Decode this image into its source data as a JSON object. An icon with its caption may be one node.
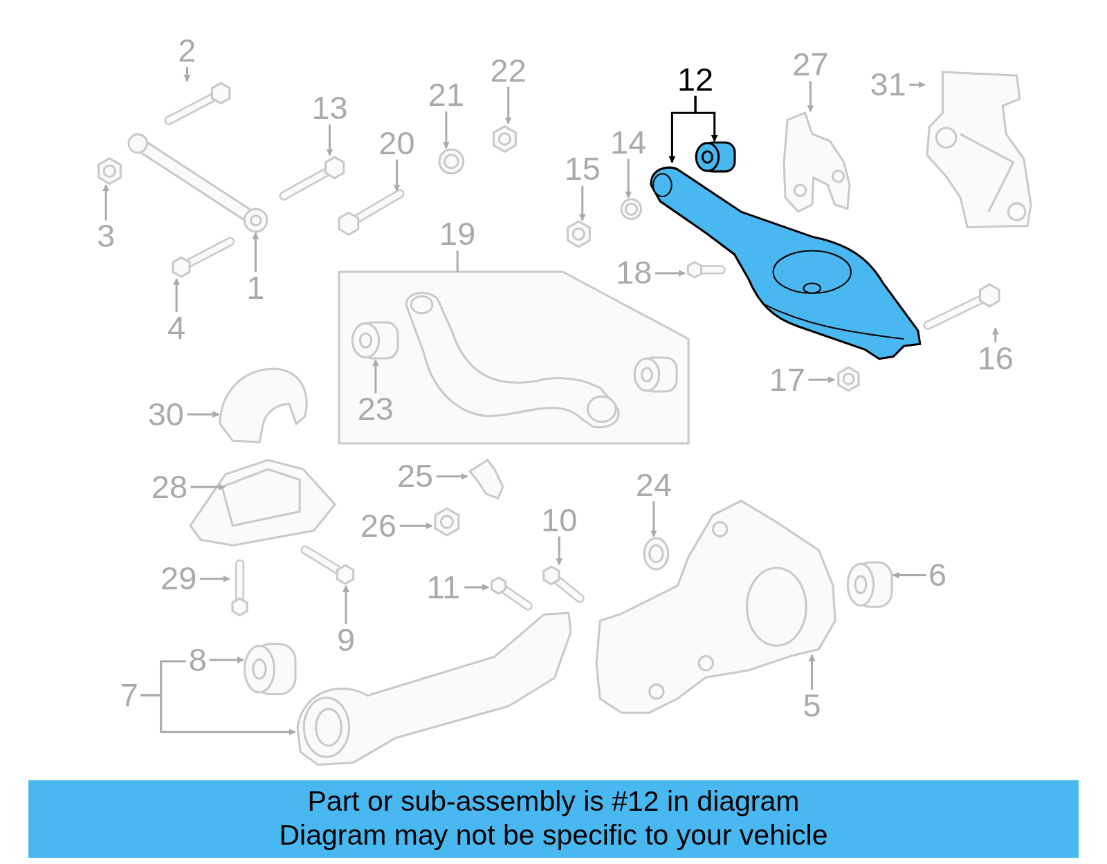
{
  "diagram": {
    "nodes": [
      {
        "text": [
          "2"
        ]
      },
      {
        "text": [],
        "shape": "picture"
      },
      {
        "text": [
          "3"
        ]
      },
      {
        "text": [],
        "shape": "picture"
      },
      {
        "text": [
          "1"
        ]
      },
      {
        "text": [],
        "shape": "picture"
      },
      {
        "text": [
          "4"
        ]
      },
      {
        "text": [],
        "shape": "picture"
      },
      {
        "text": [
          "13"
        ]
      },
      {
        "text": [],
        "shape": "picture"
      },
      {
        "text": [
          "20"
        ]
      },
      {
        "text": [],
        "shape": "picture"
      },
      {
        "text": [
          "21"
        ]
      },
      {
        "text": [],
        "shape": "picture"
      },
      {
        "text": [
          "22"
        ]
      },
      {
        "text": [],
        "shape": "picture"
      },
      {
        "text": [
          "15"
        ]
      },
      {
        "text": [],
        "shape": "picture"
      },
      {
        "text": [
          "14"
        ]
      },
      {
        "text": [],
        "shape": "picture"
      },
      {
        "text": [
          "18"
        ]
      },
      {
        "text": [],
        "shape": "picture"
      },
      {
        "text": [
          "12"
        ]
      },
      {
        "text": [],
        "shape": "picture"
      },
      {
        "text": [],
        "shape": "picture"
      },
      {
        "text": [
          "27"
        ]
      },
      {
        "text": [],
        "shape": "picture"
      },
      {
        "text": [
          "31"
        ]
      },
      {
        "text": [],
        "shape": "picture"
      },
      {
        "text": [
          "16"
        ]
      },
      {
        "text": [],
        "shape": "picture"
      },
      {
        "text": [
          "17"
        ]
      },
      {
        "text": [],
        "shape": "picture"
      },
      {
        "text": [
          "19"
        ]
      },
      {
        "text": [],
        "shape": "box"
      },
      {
        "text": [
          "23"
        ],
        "in": 34
      },
      {
        "text": [],
        "shape": "picture",
        "in": 34
      },
      {
        "text": [
          "30"
        ]
      },
      {
        "text": [],
        "shape": "picture"
      },
      {
        "text": [
          "28"
        ]
      },
      {
        "text": [],
        "shape": "picture"
      },
      {
        "text": [
          "25"
        ]
      },
      {
        "text": [],
        "shape": "picture"
      },
      {
        "text": [
          "26"
        ]
      },
      {
        "text": [],
        "shape": "picture"
      },
      {
        "text": [
          "24"
        ]
      },
      {
        "text": [],
        "shape": "picture"
      },
      {
        "text": [
          "10"
        ]
      },
      {
        "text": [],
        "shape": "picture"
      },
      {
        "text": [
          "11"
        ]
      },
      {
        "text": [],
        "shape": "picture"
      },
      {
        "text": [
          "9"
        ]
      },
      {
        "text": [],
        "shape": "picture"
      },
      {
        "text": [
          "29"
        ]
      },
      {
        "text": [],
        "shape": "picture"
      },
      {
        "text": [
          "7"
        ]
      },
      {
        "text": [
          "8"
        ]
      },
      {
        "text": [],
        "shape": "picture"
      },
      {
        "text": [],
        "shape": "picture"
      },
      {
        "text": [
          "6"
        ]
      },
      {
        "text": [],
        "shape": "picture"
      },
      {
        "text": [
          "5"
        ]
      },
      {
        "text": [],
        "shape": "picture"
      }
    ],
    "edges": [
      {
        "from": 0,
        "to": 1,
        "arrow": "to"
      },
      {
        "from": 2,
        "to": 3,
        "arrow": "to"
      },
      {
        "from": 4,
        "to": 5,
        "arrow": "to"
      },
      {
        "from": 6,
        "to": 7,
        "arrow": "to"
      },
      {
        "from": 8,
        "to": 9,
        "arrow": "to"
      },
      {
        "from": 10,
        "to": 11,
        "arrow": "to"
      },
      {
        "from": 12,
        "to": 13,
        "arrow": "to"
      },
      {
        "from": 14,
        "to": 15,
        "arrow": "to"
      },
      {
        "from": 16,
        "to": 17,
        "arrow": "to"
      },
      {
        "from": 18,
        "to": 19,
        "arrow": "to"
      },
      {
        "from": 20,
        "to": 21,
        "arrow": "to"
      },
      {
        "from": 22,
        "to": 23,
        "arrow": "to",
        "color": "#000000"
      },
      {
        "from": 22,
        "to": 24,
        "arrow": "to",
        "color": "#000000"
      },
      {
        "from": 25,
        "to": 26,
        "arrow": "to"
      },
      {
        "from": 27,
        "to": 28,
        "arrow": "to"
      },
      {
        "from": 29,
        "to": 30,
        "arrow": "to"
      },
      {
        "from": 31,
        "to": 32,
        "arrow": "to"
      },
      {
        "from": 33,
        "to": 34,
        "arrow": "none"
      },
      {
        "from": 35,
        "to": 36,
        "arrow": "to"
      },
      {
        "from": 37,
        "to": 38,
        "arrow": "to"
      },
      {
        "from": 39,
        "to": 40,
        "arrow": "to"
      },
      {
        "from": 41,
        "to": 42,
        "arrow": "to"
      },
      {
        "from": 43,
        "to": 44,
        "arrow": "to"
      },
      {
        "from": 45,
        "to": 46,
        "arrow": "to"
      },
      {
        "from": 47,
        "to": 48,
        "arrow": "to"
      },
      {
        "from": 49,
        "to": 50,
        "arrow": "to"
      },
      {
        "from": 51,
        "to": 52,
        "arrow": "to"
      },
      {
        "from": 53,
        "to": 54,
        "arrow": "to"
      },
      {
        "from": 55,
        "to": 58,
        "arrow": "to"
      },
      {
        "from": 55,
        "to": 56,
        "arrow": "none"
      },
      {
        "from": 56,
        "to": 57,
        "arrow": "to"
      },
      {
        "from": 59,
        "to": 60,
        "arrow": "to"
      },
      {
        "from": 61,
        "to": 62,
        "arrow": "to"
      }
    ],
    "labels": [
      "Part or sub-assembly is #12 in diagram",
      "Diagram may not be specific to your vehicle"
    ]
  }
}
